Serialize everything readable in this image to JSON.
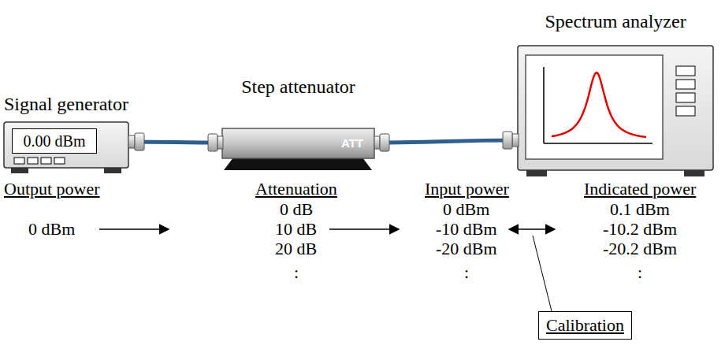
{
  "diagram": {
    "nodes": [
      {
        "text": [
          "Signal generator",
          "0.00 dBm"
        ]
      },
      {
        "text": [
          "Step attenuator",
          "ATT"
        ]
      },
      {
        "text": [
          "Spectrum analyzer"
        ]
      },
      {
        "text": [
          "Calibration"
        ]
      }
    ],
    "edges": [
      {
        "from": 0,
        "to": 1,
        "arrow": "none"
      },
      {
        "from": 1,
        "to": 2,
        "arrow": "none"
      }
    ],
    "labels": [
      "Output power",
      "Attenuation",
      "Input power",
      "Indicated power",
      "0 dBm",
      "0 dB",
      "0 dBm",
      "0.1 dBm",
      "10 dB",
      "-10 dBm",
      "-10.2 dBm",
      "20 dB",
      "-20 dBm",
      "-20.2 dBm",
      ":",
      ":",
      ":"
    ]
  }
}
